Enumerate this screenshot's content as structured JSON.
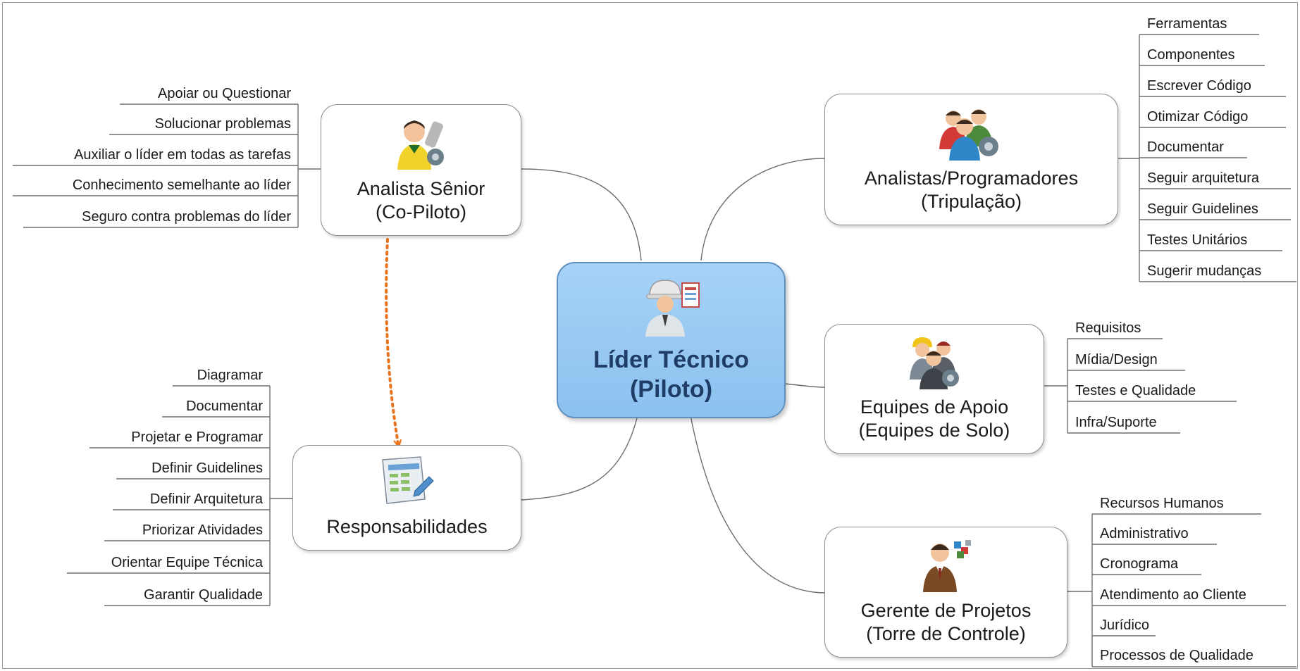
{
  "center": {
    "title_line1": "Líder Técnico",
    "title_line2": "(Piloto)",
    "icon": "technical-leader-icon"
  },
  "analista_senior": {
    "title_line1": "Analista Sênior",
    "title_line2": "(Co-Piloto)",
    "icon": "senior-analyst-icon",
    "items": [
      "Apoiar ou Questionar",
      "Solucionar problemas",
      "Auxiliar o líder em todas as tarefas",
      "Conhecimento semelhante ao líder",
      "Seguro contra problemas do líder"
    ]
  },
  "responsabilidades": {
    "title": "Responsabilidades",
    "icon": "spreadsheet-icon",
    "items": [
      "Diagramar",
      "Documentar",
      "Projetar e Programar",
      "Definir Guidelines",
      "Definir Arquitetura",
      "Priorizar Atividades",
      "Orientar Equipe Técnica",
      "Garantir Qualidade"
    ]
  },
  "analistas_programadores": {
    "title_line1": "Analistas/Programadores",
    "title_line2": "(Tripulação)",
    "icon": "team-gear-icon",
    "items": [
      "Ferramentas",
      "Componentes",
      "Escrever Código",
      "Otimizar Código",
      "Documentar",
      "Seguir arquitetura",
      "Seguir Guidelines",
      "Testes Unitários",
      "Sugerir mudanças"
    ]
  },
  "equipes_apoio": {
    "title_line1": "Equipes de Apoio",
    "title_line2": "(Equipes de Solo)",
    "icon": "support-team-icon",
    "items": [
      "Requisitos",
      "Mídia/Design",
      "Testes e Qualidade",
      "Infra/Suporte"
    ]
  },
  "gerente_projetos": {
    "title_line1": "Gerente de Projetos",
    "title_line2": "(Torre de Controle)",
    "icon": "project-manager-icon",
    "items": [
      "Recursos Humanos",
      "Administrativo",
      "Cronograma",
      "Atendimento ao Cliente",
      "Jurídico",
      "Processos de Qualidade"
    ]
  },
  "colors": {
    "center_fill": "#9ccbf3",
    "center_border": "#5e8fbf",
    "center_text": "#1f3d66",
    "connector": "#6e6e6e",
    "dotted_arrow": "#e8731e"
  }
}
